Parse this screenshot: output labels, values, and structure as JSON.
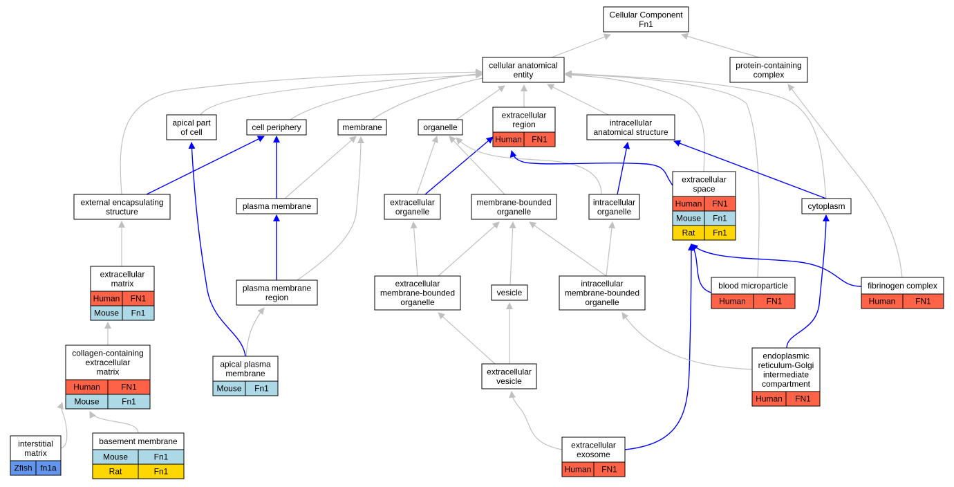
{
  "colors": {
    "Human": "#ff6347",
    "Mouse": "#add8e6",
    "Rat": "#ffd700",
    "Zfish": "#6495ed",
    "edge_isa": "#c0c0c0",
    "edge_partof": "#0000ff"
  },
  "nodes": [
    {
      "id": "root",
      "lines": [
        "Cellular Component",
        "Fn1"
      ]
    },
    {
      "id": "cae",
      "lines": [
        "cellular anatomical",
        "entity"
      ]
    },
    {
      "id": "pcc",
      "lines": [
        "protein-containing",
        "complex"
      ]
    },
    {
      "id": "apc",
      "lines": [
        "apical part",
        "of cell"
      ]
    },
    {
      "id": "cp",
      "lines": [
        "cell periphery"
      ]
    },
    {
      "id": "mem",
      "lines": [
        "membrane"
      ]
    },
    {
      "id": "org",
      "lines": [
        "organelle"
      ]
    },
    {
      "id": "er",
      "lines": [
        "extracellular",
        "region"
      ],
      "rows": [
        [
          "Human",
          "FN1"
        ]
      ]
    },
    {
      "id": "ias",
      "lines": [
        "intracellular",
        "anatomical structure"
      ]
    },
    {
      "id": "ees",
      "lines": [
        "external encapsulating",
        "structure"
      ]
    },
    {
      "id": "pm",
      "lines": [
        "plasma membrane"
      ]
    },
    {
      "id": "eo",
      "lines": [
        "extracellular",
        "organelle"
      ]
    },
    {
      "id": "mbo",
      "lines": [
        "membrane-bounded",
        "organelle"
      ]
    },
    {
      "id": "io",
      "lines": [
        "intracellular",
        "organelle"
      ]
    },
    {
      "id": "es",
      "lines": [
        "extracellular",
        "space"
      ],
      "rows": [
        [
          "Human",
          "FN1"
        ],
        [
          "Mouse",
          "Fn1"
        ],
        [
          "Rat",
          "Fn1"
        ]
      ]
    },
    {
      "id": "cyt",
      "lines": [
        "cytoplasm"
      ]
    },
    {
      "id": "ecm",
      "lines": [
        "extracellular",
        "matrix"
      ],
      "rows": [
        [
          "Human",
          "FN1"
        ],
        [
          "Mouse",
          "Fn1"
        ]
      ]
    },
    {
      "id": "pmr",
      "lines": [
        "plasma membrane",
        "region"
      ]
    },
    {
      "id": "embo",
      "lines": [
        "extracellular",
        "membrane-bounded",
        "organelle"
      ]
    },
    {
      "id": "ves",
      "lines": [
        "vesicle"
      ]
    },
    {
      "id": "imbo",
      "lines": [
        "intracellular",
        "membrane-bounded",
        "organelle"
      ]
    },
    {
      "id": "bmp",
      "lines": [
        "blood microparticle"
      ],
      "rows": [
        [
          "Human",
          "FN1"
        ]
      ]
    },
    {
      "id": "fc",
      "lines": [
        "fibrinogen complex"
      ],
      "rows": [
        [
          "Human",
          "FN1"
        ]
      ]
    },
    {
      "id": "ccem",
      "lines": [
        "collagen-containing",
        "extracellular",
        "matrix"
      ],
      "rows": [
        [
          "Human",
          "FN1"
        ],
        [
          "Mouse",
          "Fn1"
        ]
      ]
    },
    {
      "id": "apm",
      "lines": [
        "apical plasma",
        "membrane"
      ],
      "rows": [
        [
          "Mouse",
          "Fn1"
        ]
      ]
    },
    {
      "id": "ev",
      "lines": [
        "extracellular",
        "vesicle"
      ]
    },
    {
      "id": "ergic",
      "lines": [
        "endoplasmic",
        "reticulum-Golgi",
        "intermediate",
        "compartment"
      ],
      "rows": [
        [
          "Human",
          "FN1"
        ]
      ]
    },
    {
      "id": "im",
      "lines": [
        "interstitial",
        "matrix"
      ],
      "rows": [
        [
          "Zfish",
          "fn1a"
        ]
      ]
    },
    {
      "id": "bm",
      "lines": [
        "basement membrane"
      ],
      "rows": [
        [
          "Mouse",
          "Fn1"
        ],
        [
          "Rat",
          "Fn1"
        ]
      ]
    },
    {
      "id": "exo",
      "lines": [
        "extracellular",
        "exosome"
      ],
      "rows": [
        [
          "Human",
          "FN1"
        ]
      ]
    }
  ],
  "edges": [
    {
      "from": "cae",
      "to": "root",
      "type": "is_a"
    },
    {
      "from": "pcc",
      "to": "root",
      "type": "is_a"
    },
    {
      "from": "apc",
      "to": "cae",
      "type": "is_a"
    },
    {
      "from": "cp",
      "to": "cae",
      "type": "is_a"
    },
    {
      "from": "mem",
      "to": "cae",
      "type": "is_a"
    },
    {
      "from": "org",
      "to": "cae",
      "type": "is_a"
    },
    {
      "from": "er",
      "to": "cae",
      "type": "is_a"
    },
    {
      "from": "ias",
      "to": "cae",
      "type": "is_a"
    },
    {
      "from": "ees",
      "to": "cae",
      "type": "is_a"
    },
    {
      "from": "es",
      "to": "cae",
      "type": "is_a"
    },
    {
      "from": "bmp",
      "to": "cae",
      "type": "is_a"
    },
    {
      "from": "cyt",
      "to": "cae",
      "type": "is_a"
    },
    {
      "from": "fc",
      "to": "pcc",
      "type": "is_a"
    },
    {
      "from": "ees",
      "to": "cp",
      "type": "part_of"
    },
    {
      "from": "pm",
      "to": "cp",
      "type": "part_of"
    },
    {
      "from": "pm",
      "to": "mem",
      "type": "is_a"
    },
    {
      "from": "pmr",
      "to": "mem",
      "type": "is_a"
    },
    {
      "from": "pmr",
      "to": "pm",
      "type": "part_of"
    },
    {
      "from": "apm",
      "to": "apc",
      "type": "part_of"
    },
    {
      "from": "apm",
      "to": "pmr",
      "type": "is_a"
    },
    {
      "from": "eo",
      "to": "org",
      "type": "is_a"
    },
    {
      "from": "eo",
      "to": "er",
      "type": "part_of"
    },
    {
      "from": "mbo",
      "to": "org",
      "type": "is_a"
    },
    {
      "from": "io",
      "to": "org",
      "type": "is_a"
    },
    {
      "from": "io",
      "to": "ias",
      "type": "part_of"
    },
    {
      "from": "es",
      "to": "er",
      "type": "part_of"
    },
    {
      "from": "cyt",
      "to": "ias",
      "type": "part_of"
    },
    {
      "from": "ecm",
      "to": "ees",
      "type": "is_a"
    },
    {
      "from": "ccem",
      "to": "ecm",
      "type": "is_a"
    },
    {
      "from": "im",
      "to": "ccem",
      "type": "is_a"
    },
    {
      "from": "bm",
      "to": "ccem",
      "type": "is_a"
    },
    {
      "from": "embo",
      "to": "eo",
      "type": "is_a"
    },
    {
      "from": "embo",
      "to": "mbo",
      "type": "is_a"
    },
    {
      "from": "ves",
      "to": "mbo",
      "type": "is_a"
    },
    {
      "from": "imbo",
      "to": "mbo",
      "type": "is_a"
    },
    {
      "from": "imbo",
      "to": "io",
      "type": "is_a"
    },
    {
      "from": "ev",
      "to": "embo",
      "type": "is_a"
    },
    {
      "from": "ev",
      "to": "ves",
      "type": "is_a"
    },
    {
      "from": "exo",
      "to": "ev",
      "type": "is_a"
    },
    {
      "from": "exo",
      "to": "es",
      "type": "part_of"
    },
    {
      "from": "bmp",
      "to": "es",
      "type": "part_of"
    },
    {
      "from": "fc",
      "to": "es",
      "type": "part_of"
    },
    {
      "from": "ergic",
      "to": "imbo",
      "type": "is_a"
    },
    {
      "from": "ergic",
      "to": "cyt",
      "type": "part_of"
    }
  ]
}
